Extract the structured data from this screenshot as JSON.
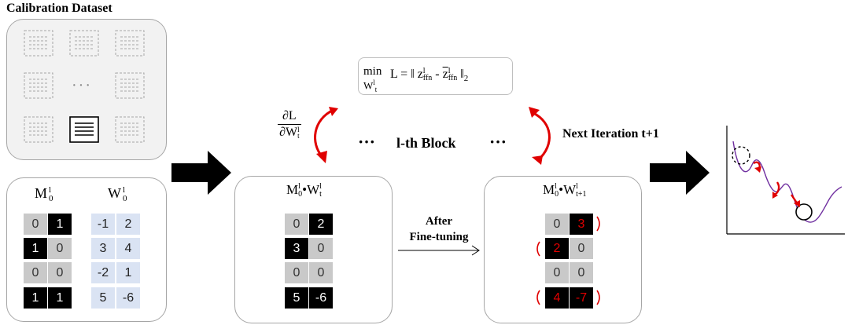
{
  "dataset": {
    "title": "Calibration Dataset",
    "ellipsis": "···"
  },
  "left_panel": {
    "m_label": "M",
    "m_sup": "l",
    "m_sub": "0",
    "w_label": "W",
    "w_sup": "l",
    "w_sub": "0",
    "m_cells": [
      "0",
      "1",
      "1",
      "0",
      "0",
      "0",
      "1",
      "1"
    ],
    "w_cells": [
      "-1",
      "2",
      "3",
      "4",
      "-2",
      "1",
      "5",
      "-6"
    ]
  },
  "middle_panel": {
    "label_a": "M",
    "label_a_sup": "l",
    "label_a_sub": "0",
    "label_op": "•",
    "label_b": "W",
    "label_b_sup": "l",
    "label_b_sub": "t",
    "cells": [
      "0",
      "2",
      "3",
      "0",
      "0",
      "0",
      "5",
      "-6"
    ]
  },
  "right_panel": {
    "label_a": "M",
    "label_a_sup": "l",
    "label_a_sub": "0",
    "label_op": "•",
    "label_b": "W",
    "label_b_sup": "l",
    "label_b_sub": "t+1",
    "cells": [
      "0",
      "3",
      "2",
      "0",
      "0",
      "0",
      "4",
      "-7"
    ]
  },
  "loss_box": {
    "min": "min",
    "min_var": "W",
    "min_var_sup": "l",
    "min_var_sub": "t",
    "eq": "L = ‖ z",
    "z_sup": "l",
    "z_sub": "ffn",
    "minus": " - ",
    "zbar": "z",
    "zbar_sup": "l",
    "zbar_sub": "ffn",
    "tail": " ‖",
    "norm_sub": "2"
  },
  "gradient": {
    "num": "∂L",
    "den": "∂W",
    "den_sup": "l",
    "den_sub": "t"
  },
  "block": {
    "dots_left": "···",
    "label": "l-th Block",
    "dots_right": "···"
  },
  "next_iteration": "Next Iteration t+1",
  "finetune": {
    "line1": "After",
    "line2": "Fine-tuning"
  },
  "colors": {
    "gray_cell": "#c9c9c9",
    "black_cell": "#000000",
    "blue_cell": "#dae3f3",
    "red": "#e00000",
    "purple": "#7030a0"
  }
}
